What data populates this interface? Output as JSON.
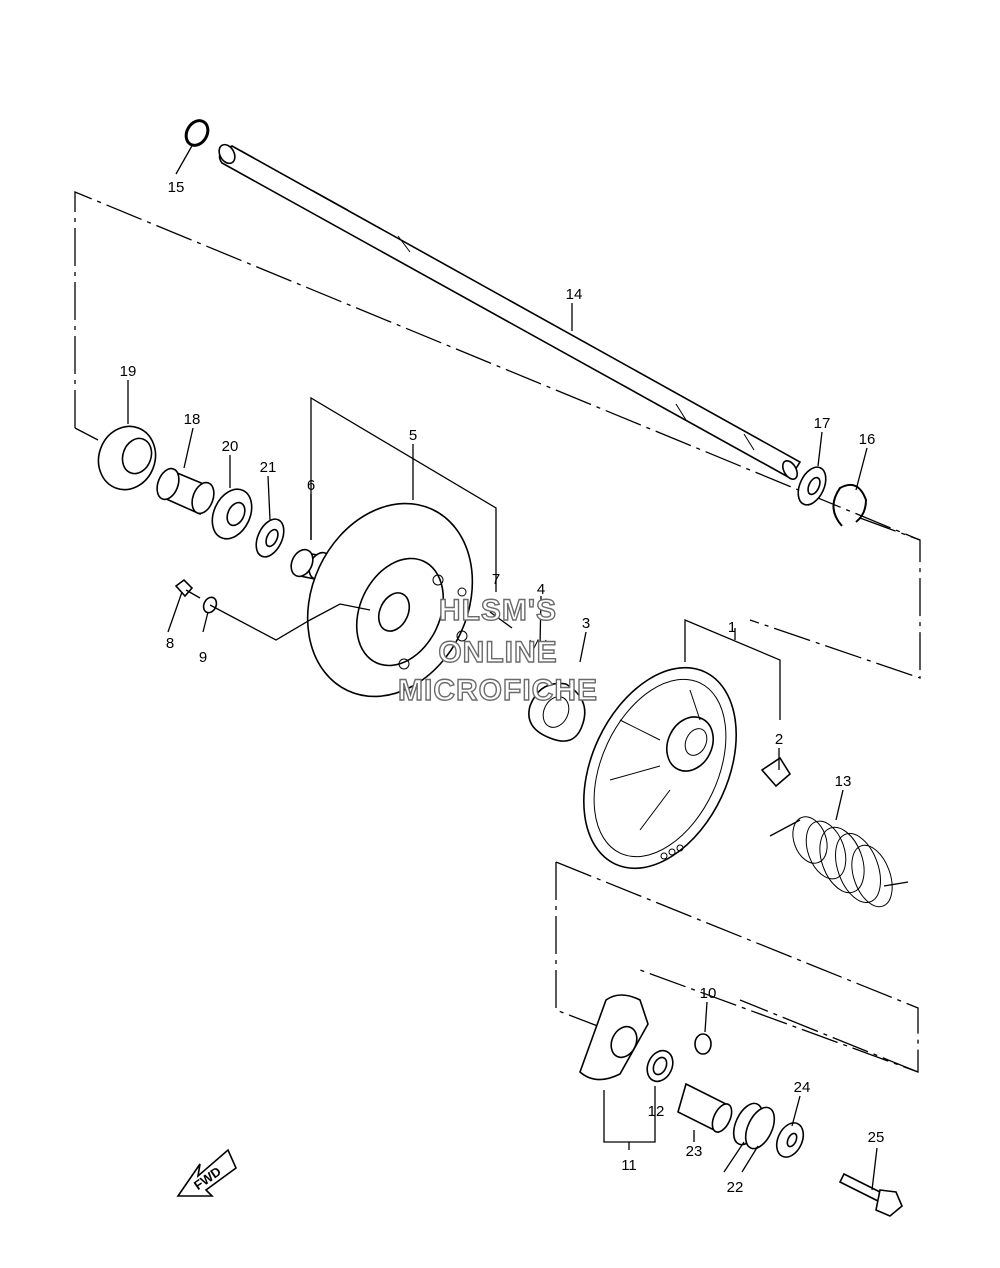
{
  "callouts": {
    "c1": "1",
    "c2": "2",
    "c3": "3",
    "c4": "4",
    "c5": "5",
    "c6": "6",
    "c7": "7",
    "c8": "8",
    "c9": "9",
    "c10": "10",
    "c11": "11",
    "c12": "12",
    "c13": "13",
    "c14": "14",
    "c15": "15",
    "c16": "16",
    "c17": "17",
    "c18": "18",
    "c19": "19",
    "c20": "20",
    "c21": "21",
    "c22": "22",
    "c23": "23",
    "c24": "24",
    "c25": "25"
  },
  "watermark": {
    "line1": "HLSM'S",
    "line2": "ONLINE",
    "line3": "MICROFICHE"
  },
  "fwd_label": "FWD"
}
